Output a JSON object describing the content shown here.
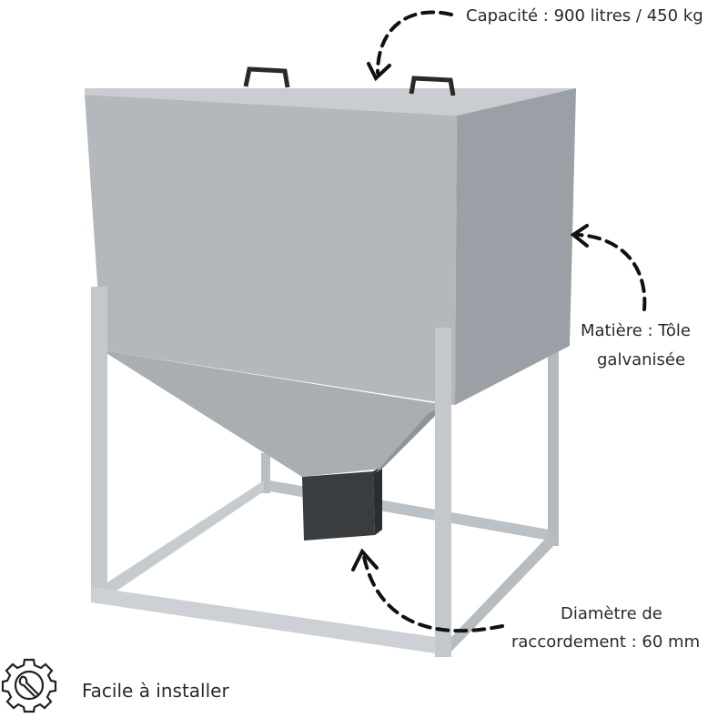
{
  "annotations": {
    "capacity": "Capacité : 900 litres / 450 kg",
    "material_line1": "Matière : Tôle",
    "material_line2": "galvanisée",
    "diameter_line1": "Diamètre de",
    "diameter_line2": "raccordement : 60 mm",
    "feature": "Facile à installer"
  },
  "icons": {
    "feature_icon": "gear-wrench-icon",
    "arrows": "dashed-curved-arrow"
  },
  "colors": {
    "front_face": "#b3b8bd",
    "side_face": "#9aa0a6",
    "cone": "#a9aeb2",
    "outlet": "#3a3d40",
    "frame": "#c3c8cc"
  }
}
